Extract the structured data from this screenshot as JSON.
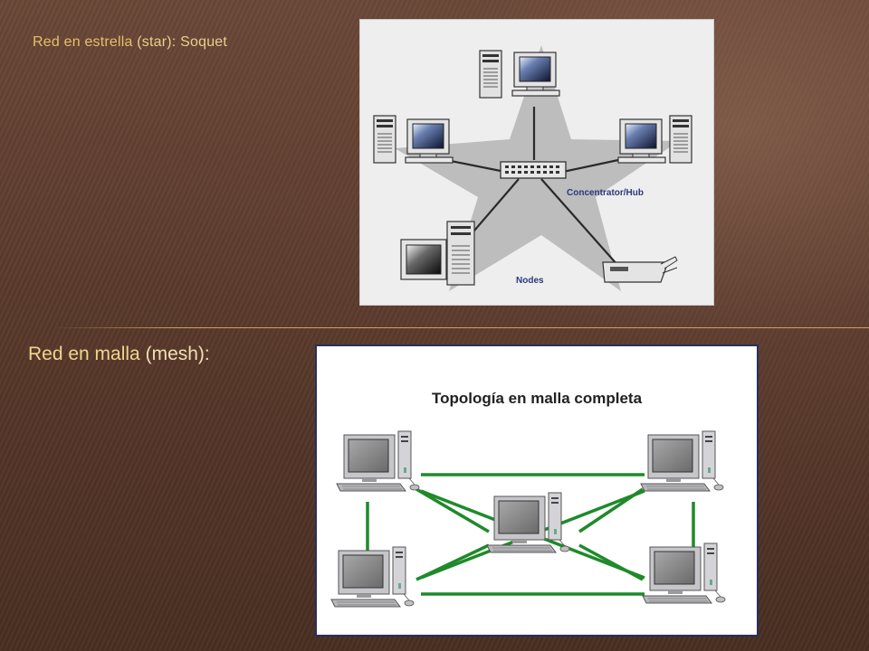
{
  "slide": {
    "star_heading": {
      "bold": "Red en estrella",
      "paren": "(star):",
      "suffix": "Soquet"
    },
    "mesh_heading": {
      "bold": "Red en malla",
      "paren": "(mesh):"
    },
    "star_figure": {
      "labels": {
        "hub": "Concentrator/Hub",
        "nodes": "Nodes"
      }
    },
    "mesh_figure": {
      "title": "Topología en malla completa"
    }
  },
  "colors": {
    "background": "#5a3a2c",
    "heading_gold": "#e4c06a",
    "divider": "#d6a460",
    "mesh_link": "#1f8a2a",
    "mesh_border": "#26305f"
  }
}
